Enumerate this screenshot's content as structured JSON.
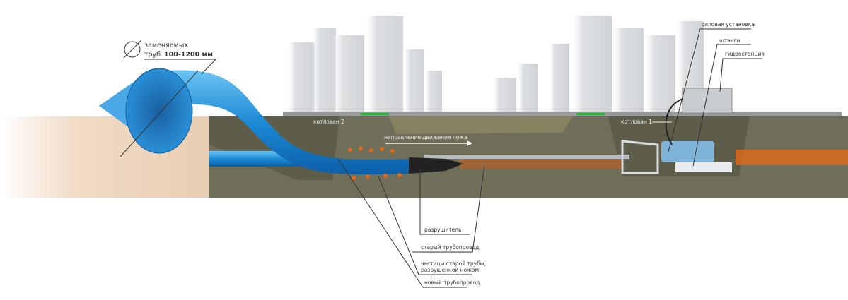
{
  "diameter": {
    "line1": "заменяемых",
    "line2_prefix": "труб",
    "line2_value": "100-1200 мм"
  },
  "pits": {
    "pit2": "котлован 2",
    "pit1": "котлован 1"
  },
  "direction": "направление движения ножа",
  "equipment": {
    "power_unit": "силовая установка",
    "rods": "штанги",
    "hydro_station": "гидростанция"
  },
  "parts": {
    "breaker": "разрушитель",
    "old_pipe": "старый трубопровод",
    "particles_line1": "частицы старой трубы,",
    "particles_line2": "разрушенной  ножом",
    "new_pipe": "новый трубопровод"
  },
  "colors": {
    "pipe_blue": "#2a8fd6",
    "old_pipe": "#e06a1a",
    "soil": "#6f6e58",
    "trench": "#86825f"
  }
}
